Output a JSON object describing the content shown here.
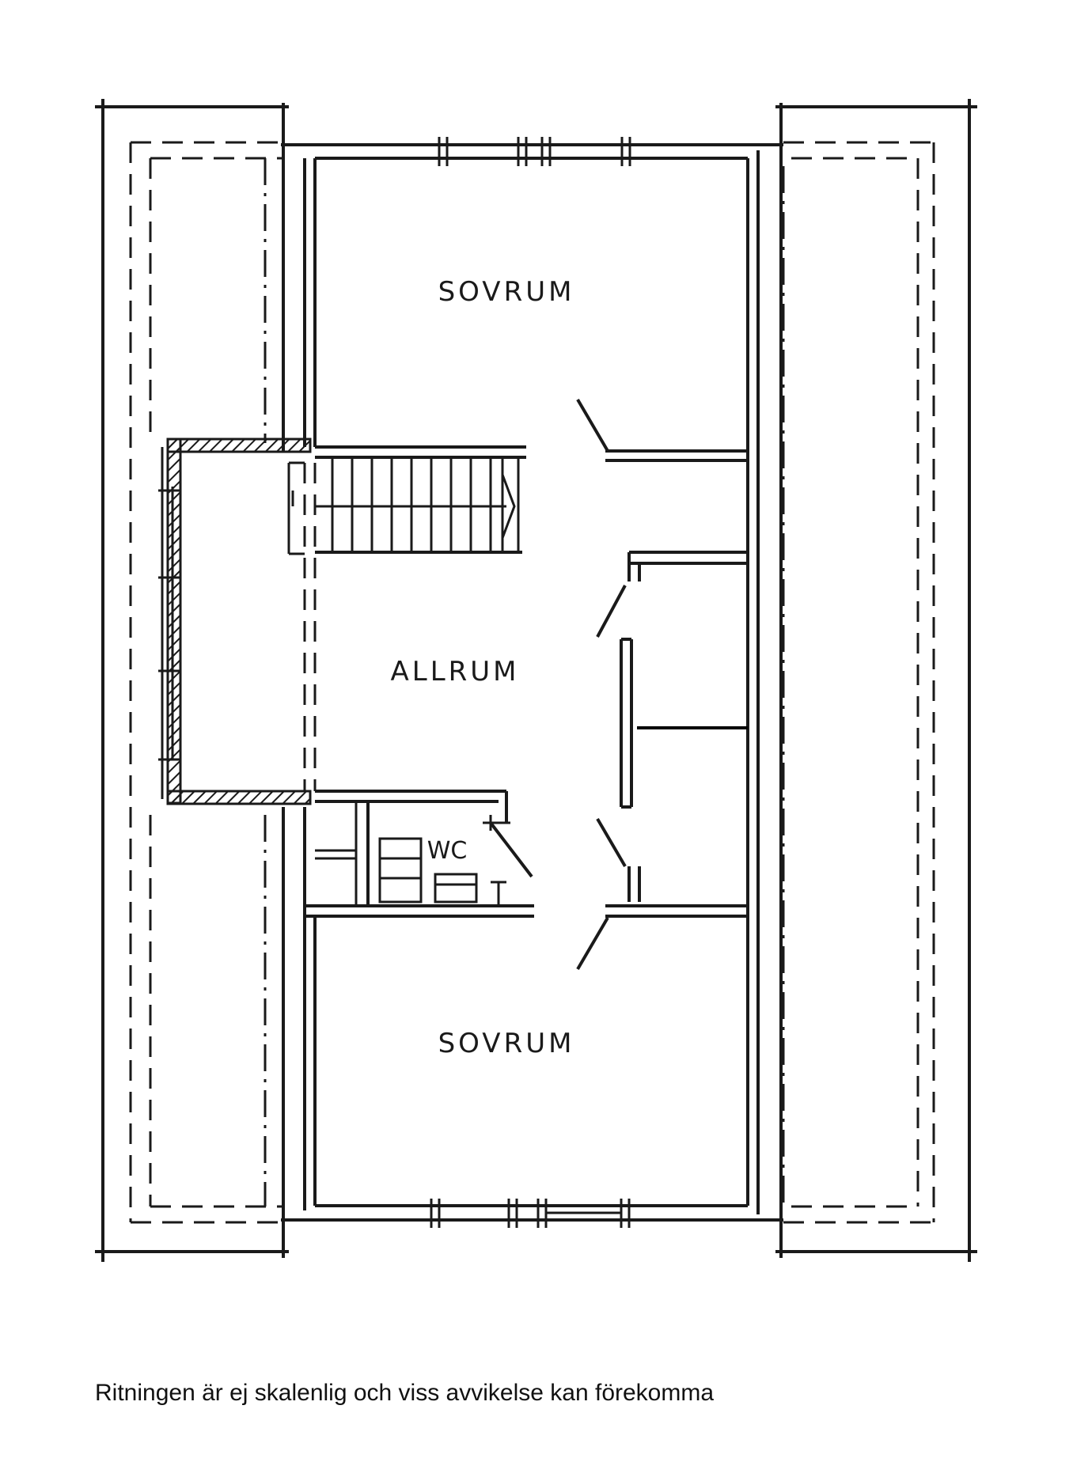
{
  "rooms": {
    "bedroom_top": "SOVRUM",
    "living": "ALLRUM",
    "wc": "WC",
    "bedroom_bottom": "SOVRUM"
  },
  "disclaimer": "Ritningen är ej skalenlig och viss avvikelse kan förekomma"
}
